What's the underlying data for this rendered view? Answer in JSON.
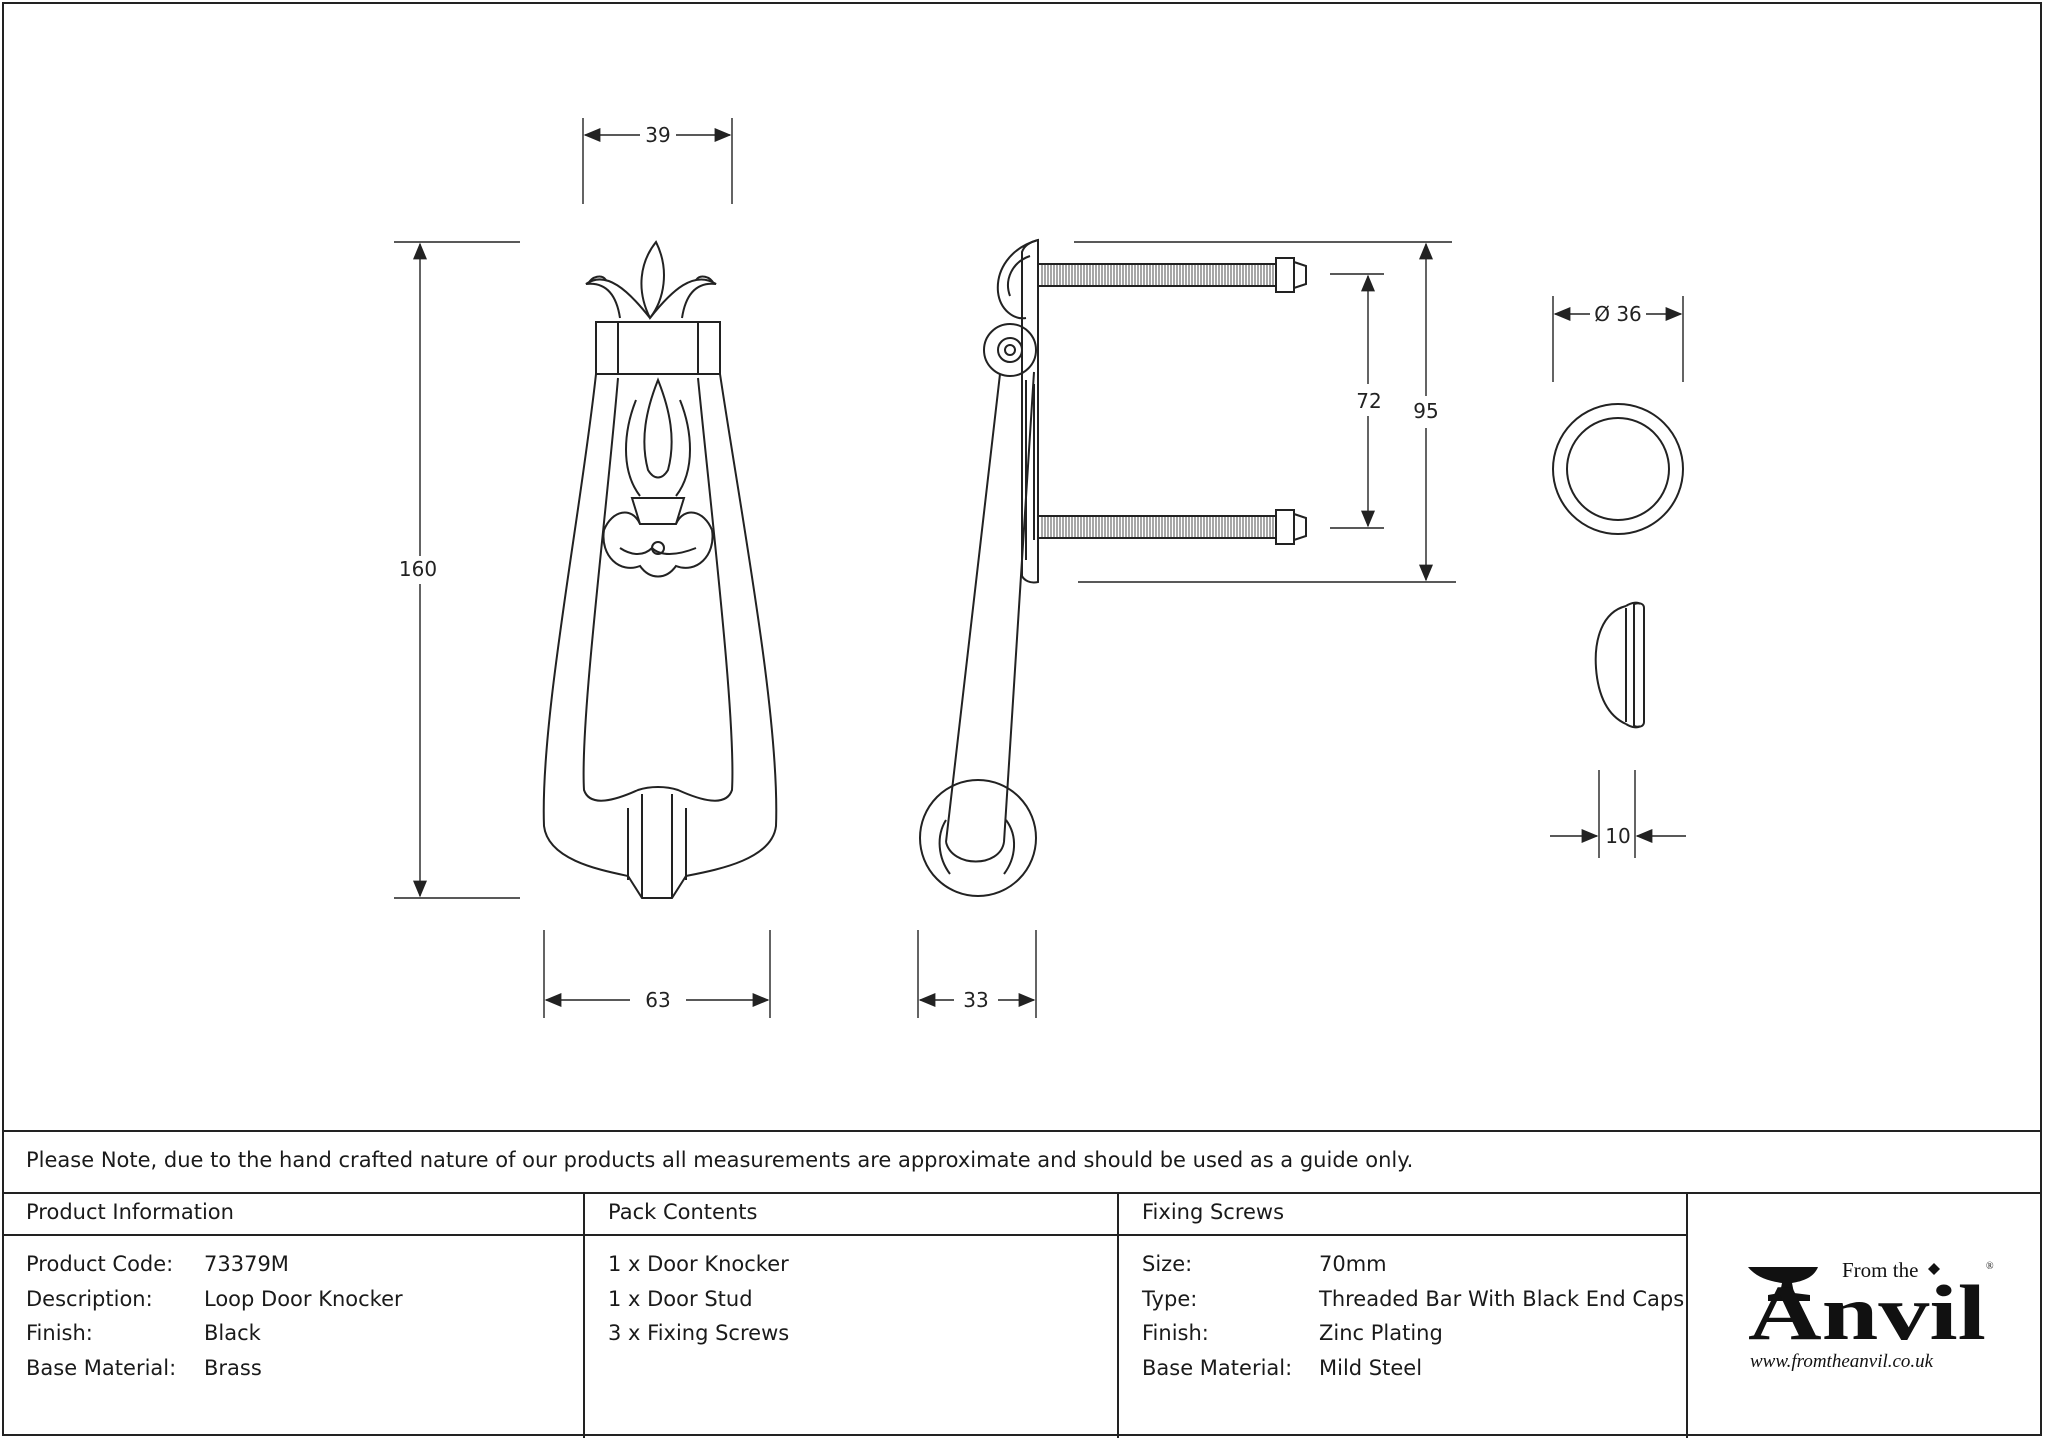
{
  "dimensions": {
    "width": "39",
    "height": "160",
    "base_width": "63",
    "side_projection": "33",
    "screw_centres": "72",
    "overall_depth": "95",
    "stud_diameter": "Ø 36",
    "stud_depth": "10"
  },
  "note": "Please Note, due to the hand crafted nature of our products all measurements are approximate and should be used as a guide only.",
  "product_information": {
    "heading": "Product Information",
    "rows": [
      {
        "label": "Product Code:",
        "value": "73379M"
      },
      {
        "label": "Description:",
        "value": "Loop Door Knocker"
      },
      {
        "label": "Finish:",
        "value": "Black"
      },
      {
        "label": "Base Material:",
        "value": "Brass"
      }
    ]
  },
  "pack_contents": {
    "heading": "Pack Contents",
    "items": [
      "1 x Door Knocker",
      "1 x Door Stud",
      "3 x Fixing Screws"
    ]
  },
  "fixing_screws": {
    "heading": "Fixing Screws",
    "rows": [
      {
        "label": "Size:",
        "value": "70mm"
      },
      {
        "label": "Type:",
        "value": "Threaded Bar With Black End Caps"
      },
      {
        "label": "Finish:",
        "value": "Zinc Plating"
      },
      {
        "label": "Base Material:",
        "value": "Mild Steel"
      }
    ]
  },
  "logo": {
    "from_the": "From the",
    "brand": "Anvil",
    "registered": "®",
    "url": "www.fromtheanvil.co.uk"
  }
}
